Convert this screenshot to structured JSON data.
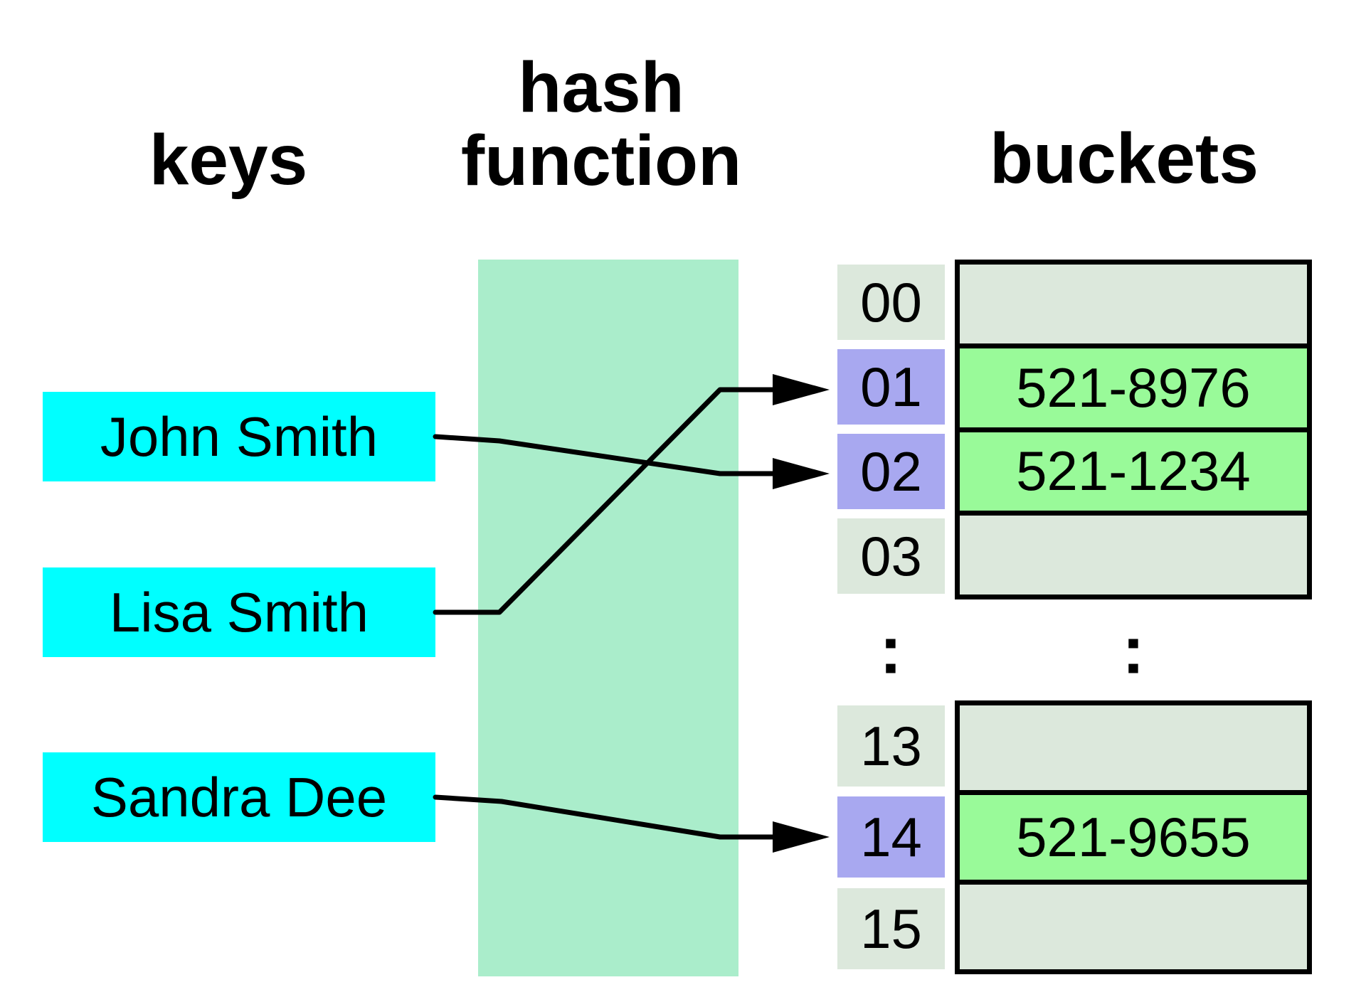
{
  "title_headers": {
    "keys": "keys",
    "hash_function_line1": "hash",
    "hash_function_line2": "function",
    "buckets": "buckets"
  },
  "keys": [
    {
      "label": "John Smith"
    },
    {
      "label": "Lisa Smith"
    },
    {
      "label": "Sandra Dee"
    }
  ],
  "index_column": {
    "ellipsis": ":",
    "cells": [
      {
        "label": "00",
        "highlighted": false
      },
      {
        "label": "01",
        "highlighted": true
      },
      {
        "label": "02",
        "highlighted": true
      },
      {
        "label": "03",
        "highlighted": false
      },
      {
        "label": "13",
        "highlighted": false
      },
      {
        "label": "14",
        "highlighted": true
      },
      {
        "label": "15",
        "highlighted": false
      }
    ]
  },
  "bucket_tables": {
    "ellipsis": ":",
    "table1": {
      "rows": [
        {
          "value": "",
          "filled": false
        },
        {
          "value": "521-8976",
          "filled": true
        },
        {
          "value": "521-1234",
          "filled": true
        },
        {
          "value": "",
          "filled": false
        }
      ]
    },
    "table2": {
      "rows": [
        {
          "value": "",
          "filled": false
        },
        {
          "value": "521-9655",
          "filled": true
        },
        {
          "value": "",
          "filled": false
        }
      ]
    }
  },
  "mappings": [
    {
      "key": "John Smith",
      "index": "02",
      "bucket_value": "521-1234"
    },
    {
      "key": "Lisa Smith",
      "index": "01",
      "bucket_value": "521-8976"
    },
    {
      "key": "Sandra Dee",
      "index": "14",
      "bucket_value": "521-9655"
    }
  ],
  "colors": {
    "background": "#ffffff",
    "text": "#000000",
    "line": "#000000",
    "key_box": "#00ffff",
    "hash_band": "#aaedcb",
    "index_default": "#dce8dc",
    "index_highlight": "#a8a8f0",
    "bucket_empty": "#dce8dc",
    "bucket_filled": "#99fa99"
  }
}
